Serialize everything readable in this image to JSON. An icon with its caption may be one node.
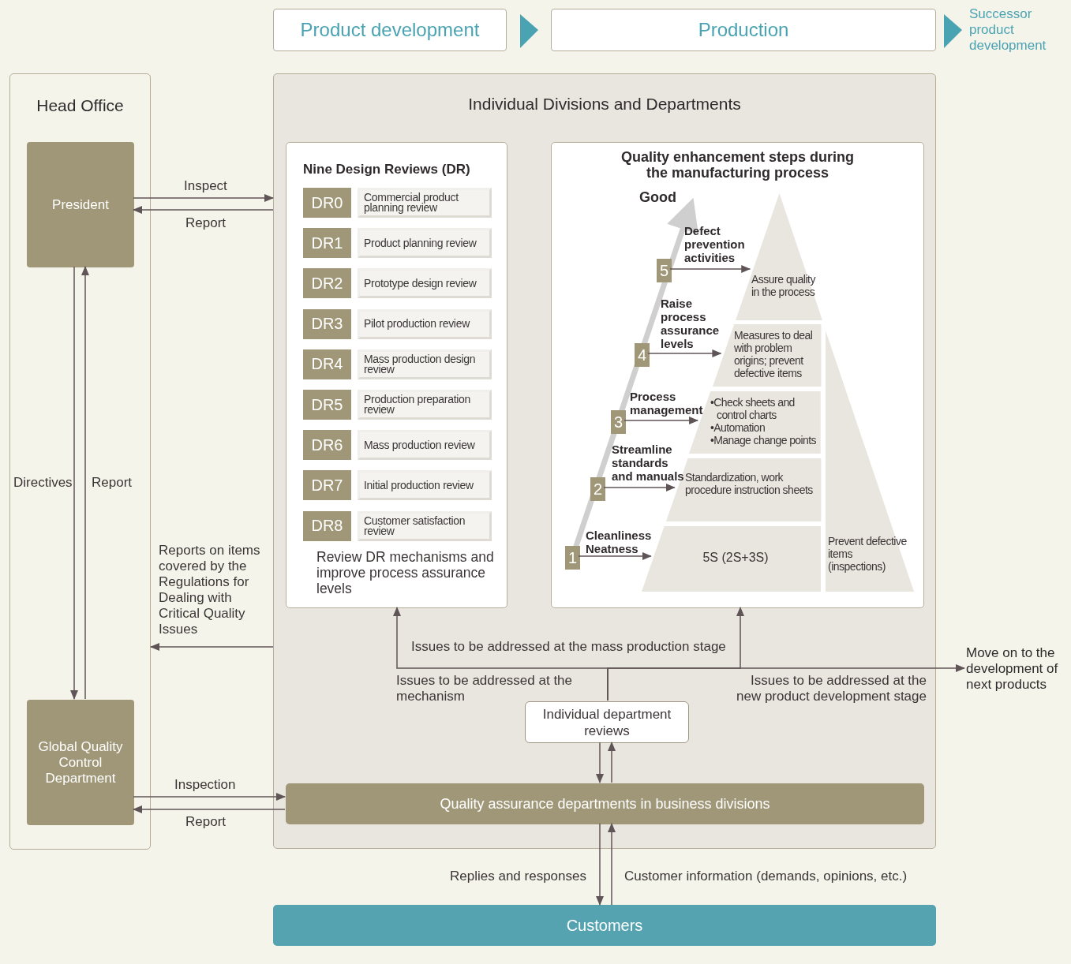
{
  "diagram": {
    "nodes": [
      {
        "text": [
          "Product development"
        ]
      },
      {
        "text": [
          "Production"
        ]
      },
      {
        "text": [
          "Successor product development"
        ]
      },
      {
        "text": [
          "Head Office"
        ]
      },
      {
        "text": [
          "President"
        ],
        "in": 3
      },
      {
        "text": [
          "Global Quality Control Department"
        ],
        "in": 3
      },
      {
        "text": [
          "Individual Divisions and Departments"
        ]
      },
      {
        "text": [
          "Nine Design Reviews (DR)",
          "Review DR mechanisms and improve process assurance levels"
        ],
        "in": 6
      },
      {
        "text": [
          "DR0",
          "Commercial product planning review"
        ],
        "in": 7
      },
      {
        "text": [
          "DR1",
          "Product planning review"
        ],
        "in": 7
      },
      {
        "text": [
          "DR2",
          "Prototype design review"
        ],
        "in": 7
      },
      {
        "text": [
          "DR3",
          "Pilot production review"
        ],
        "in": 7
      },
      {
        "text": [
          "DR4",
          "Mass production design review"
        ],
        "in": 7
      },
      {
        "text": [
          "DR5",
          "Production preparation review"
        ],
        "in": 7
      },
      {
        "text": [
          "DR6",
          "Mass production review"
        ],
        "in": 7
      },
      {
        "text": [
          "DR7",
          "Initial production review"
        ],
        "in": 7
      },
      {
        "text": [
          "DR8",
          "Customer satisfaction review"
        ],
        "in": 7
      },
      {
        "text": [
          "Quality enhancement steps during the manufacturing process"
        ],
        "in": 6
      },
      {
        "text": [
          "Assure quality in the process"
        ],
        "in": 17
      },
      {
        "text": [
          "Measures to deal with problem origins; prevent defective items"
        ],
        "in": 17
      },
      {
        "text": [
          "•Check sheets and control charts",
          "•Automation",
          "•Manage change points"
        ],
        "in": 17
      },
      {
        "text": [
          "Standardization, work procedure instruction sheets"
        ],
        "in": 17
      },
      {
        "text": [
          "5S (2S+3S)"
        ],
        "in": 17
      },
      {
        "text": [
          "Prevent defective items (inspections)"
        ],
        "in": 17
      },
      {
        "text": [
          "1"
        ],
        "in": 17
      },
      {
        "text": [
          "2"
        ],
        "in": 17
      },
      {
        "text": [
          "3"
        ],
        "in": 17
      },
      {
        "text": [
          "4"
        ],
        "in": 17
      },
      {
        "text": [
          "5"
        ],
        "in": 17
      },
      {
        "text": [
          "Individual department reviews"
        ],
        "in": 6
      },
      {
        "text": [
          "Quality assurance departments in business divisions"
        ],
        "in": 6
      },
      {
        "text": [
          "Customers"
        ]
      },
      {
        "text": [
          "Move on to the development of next products"
        ]
      }
    ],
    "edges": [
      {
        "from": 0,
        "to": 1,
        "arrow": "to"
      },
      {
        "from": 1,
        "to": 2,
        "arrow": "to"
      },
      {
        "from": 4,
        "to": 6,
        "arrow": "to",
        "label": "Inspect"
      },
      {
        "from": 6,
        "to": 4,
        "arrow": "to",
        "label": "Report"
      },
      {
        "from": 4,
        "to": 5,
        "arrow": "to",
        "label": "Directives"
      },
      {
        "from": 5,
        "to": 4,
        "arrow": "to",
        "label": "Report"
      },
      {
        "from": 6,
        "to": 3,
        "arrow": "to",
        "label": "Reports on items covered by the Regulations for Dealing with Critical Quality Issues"
      },
      {
        "from": 5,
        "to": 30,
        "arrow": "to",
        "label": "Inspection"
      },
      {
        "from": 30,
        "to": 5,
        "arrow": "to",
        "label": "Report"
      },
      {
        "from": 29,
        "to": 7,
        "arrow": "to",
        "label": "Issues to be addressed at the mechanism"
      },
      {
        "from": 29,
        "to": 17,
        "arrow": "to",
        "label": "Issues to be addressed at the mass production stage"
      },
      {
        "from": 29,
        "to": 32,
        "arrow": "to",
        "label": "Issues to be addressed at the new product development stage"
      },
      {
        "from": 29,
        "to": 30,
        "arrow": "to"
      },
      {
        "from": 30,
        "to": 29,
        "arrow": "to"
      },
      {
        "from": 30,
        "to": 31,
        "arrow": "to",
        "label": "Replies and responses"
      },
      {
        "from": 31,
        "to": 30,
        "arrow": "to",
        "label": "Customer information (demands, opinions, etc.)"
      },
      {
        "from": 24,
        "to": 22,
        "arrow": "to"
      },
      {
        "from": 25,
        "to": 21,
        "arrow": "to"
      },
      {
        "from": 26,
        "to": 20,
        "arrow": "to"
      },
      {
        "from": 27,
        "to": 19,
        "arrow": "to"
      },
      {
        "from": 28,
        "to": 18,
        "arrow": "to"
      }
    ],
    "labels": [
      "Good",
      "Defect prevention activities",
      "Raise process assurance levels",
      "Process management",
      "Streamline standards and manuals",
      "Cleanliness Neatness"
    ]
  }
}
